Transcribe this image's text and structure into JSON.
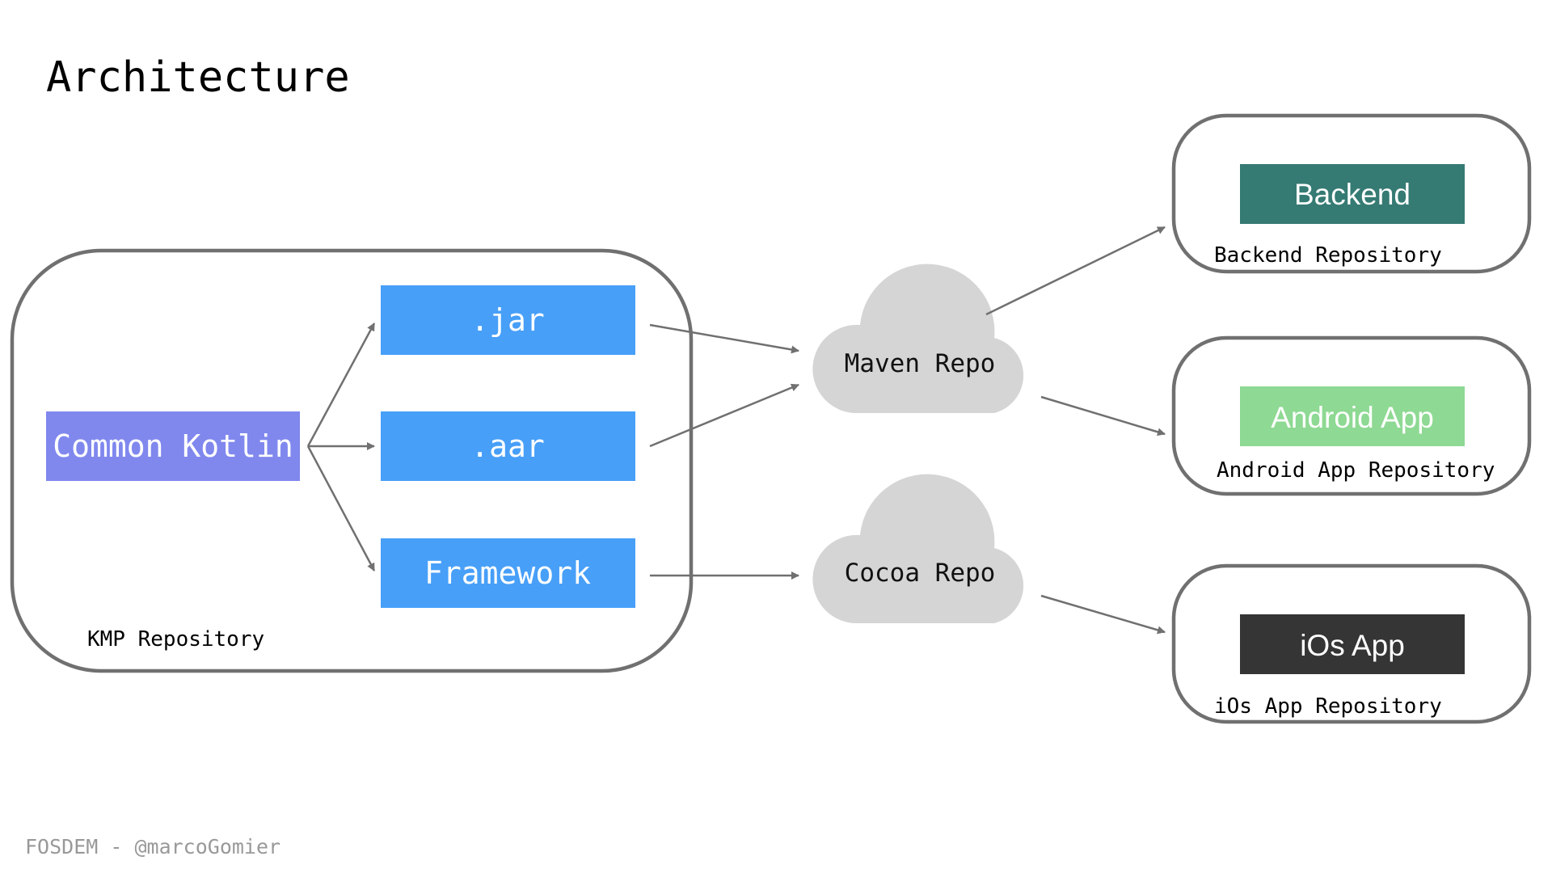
{
  "title": "Architecture",
  "footer": "FOSDEM - @marcoGomier",
  "colors": {
    "common_kotlin": "#8088EE",
    "artifact": "#479FF8",
    "backend": "#357A73",
    "android": "#8ED993",
    "ios": "#353535",
    "cloud": "#D5D5D5",
    "border": "#707070"
  },
  "kmp": {
    "label": "KMP Repository",
    "common": "Common Kotlin",
    "artifacts": {
      "jar": ".jar",
      "aar": ".aar",
      "framework": "Framework"
    }
  },
  "repos": {
    "maven": "Maven Repo",
    "cocoa": "Cocoa Repo"
  },
  "targets": {
    "backend": {
      "name": "Backend",
      "repo": "Backend Repository"
    },
    "android": {
      "name": "Android App",
      "repo": "Android App Repository"
    },
    "ios": {
      "name": "iOs App",
      "repo": "iOs App Repository"
    }
  }
}
